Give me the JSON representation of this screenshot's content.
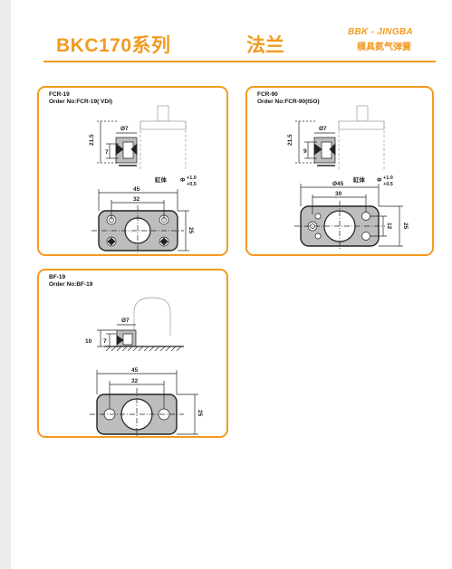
{
  "header": {
    "title": "BKC170系列",
    "subtitle": "法兰",
    "logo_en": "BBK - JINGBA",
    "logo_cn": "模具氮气弹簧"
  },
  "colors": {
    "accent": "#f39a1f",
    "drawing": "#222222",
    "fill": "#bdbdbd"
  },
  "panels": {
    "fcr19": {
      "name": "FCR-19",
      "order": "Order No:FCR-19( VDI)",
      "dims": {
        "h_total": "21.5",
        "h_flange": "7",
        "bore": "Ø7",
        "width": "45",
        "hole_spacing": "32",
        "height": "25"
      },
      "tolerance": {
        "label": "缸体",
        "phi": "Φ",
        "upper": "+1.0",
        "lower": "+0.5"
      }
    },
    "fcr90": {
      "name": "FCR-90",
      "order": "Order No:FCR-90(ISO)",
      "dims": {
        "h_total": "21.5",
        "h_flange": "9",
        "bore": "Ø7",
        "width": "Ø45",
        "hole_spacing": "30",
        "inner": "12",
        "height": "25"
      },
      "tolerance": {
        "label": "缸体",
        "phi": "Φ",
        "upper": "+1.0",
        "lower": "+0.5"
      }
    },
    "bf19": {
      "name": "BF-19",
      "order": "Order No:BF-19",
      "dims": {
        "h_outer": "10",
        "h_flange": "7",
        "bore": "Ø7",
        "width": "45",
        "hole_spacing": "32",
        "height": "25"
      }
    }
  }
}
